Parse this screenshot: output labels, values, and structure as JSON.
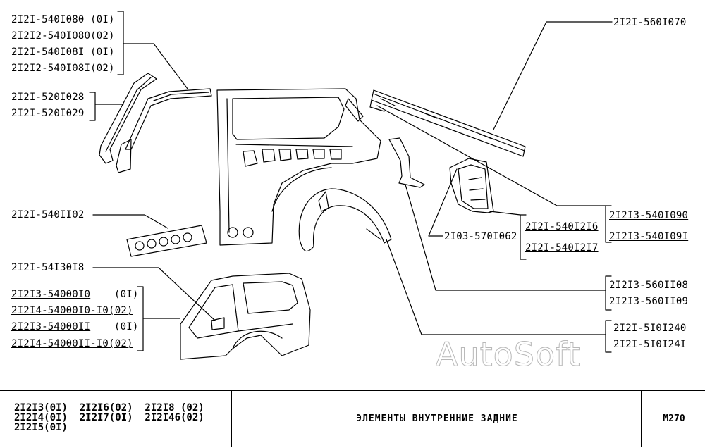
{
  "labels": {
    "p1": "2I2I-540I080 (0I)",
    "p2": "2I2I2-540I080(02)",
    "p3": "2I2I-540I08I (0I)",
    "p4": "2I2I2-540I08I(02)",
    "p5": "2I2I-520I028",
    "p6": "2I2I-520I029",
    "p7": "2I2I-540II02",
    "p8": "2I2I-54I30I8",
    "p9a": "2I2I3-54000I0",
    "p9b": "(0I)",
    "p10": "2I2I4-54000I0-I0(02)",
    "p11a": "2I2I3-54000II",
    "p11b": "(0I)",
    "p12": "2I2I4-54000II-I0(02)",
    "p13": "2I2I-560I070",
    "p14": "2I2I3-540I090",
    "p15": "2I2I3-540I09I",
    "p16": "2I2I-540I2I6",
    "p17": "2I2I-540I2I7",
    "p18": "2I03-570I062",
    "p19": "2I2I3-560II08",
    "p20": "2I2I3-560II09",
    "p21": "2I2I-5I0I240",
    "p22": "2I2I-5I0I24I"
  },
  "watermark": "AutoSoft",
  "footer": {
    "models": "2I2I3(0I)  2I2I6(02)  2I2I8 (02)\n2I2I4(0I)  2I2I7(0I)  2I2I46(02)\n2I2I5(0I)",
    "title": "ЭЛЕМЕНТЫ  ВНУТРЕННИЕ  ЗАДНИЕ",
    "code": "M270"
  }
}
